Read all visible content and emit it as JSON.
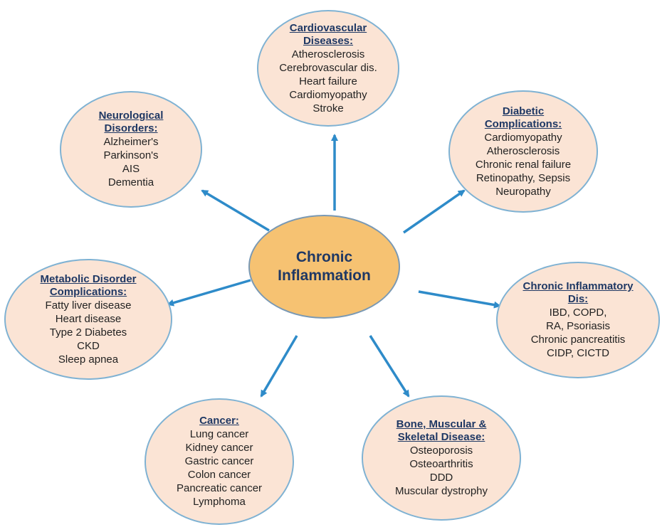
{
  "colors": {
    "arrow": "#2e8bc9",
    "node_fill": "#fbe4d5",
    "node_border": "#7fb2d3",
    "center_fill": "#f6c272",
    "title_text": "#1f3864"
  },
  "center": {
    "label": "Chronic Inflammation"
  },
  "nodes": [
    {
      "id": "cardiovascular",
      "title": "Cardiovascular Diseases:",
      "items": [
        "Atherosclerosis",
        "Cerebrovascular dis.",
        "Heart failure",
        "Cardiomyopathy",
        "Stroke"
      ]
    },
    {
      "id": "diabetic",
      "title": "Diabetic Complications:",
      "items": [
        "Cardiomyopathy",
        "Atherosclerosis",
        "Chronic renal failure",
        "Retinopathy, Sepsis",
        "Neuropathy"
      ]
    },
    {
      "id": "chronic-inflammatory",
      "title": "Chronic Inflammatory Dis:",
      "items": [
        "IBD, COPD,",
        "RA, Psoriasis",
        "Chronic pancreatitis",
        "CIDP, CICTD"
      ]
    },
    {
      "id": "bone-muscular",
      "title": "Bone, Muscular & Skeletal Disease:",
      "items": [
        "Osteoporosis",
        "Osteoarthritis",
        "DDD",
        "Muscular dystrophy"
      ]
    },
    {
      "id": "cancer",
      "title": "Cancer:",
      "items": [
        "Lung cancer",
        "Kidney cancer",
        "Gastric cancer",
        "Colon cancer",
        "Pancreatic cancer",
        "Lymphoma"
      ]
    },
    {
      "id": "metabolic",
      "title": "Metabolic Disorder Complications:",
      "items": [
        "Fatty liver disease",
        "Heart disease",
        "Type 2 Diabetes",
        "CKD",
        "Sleep apnea"
      ]
    },
    {
      "id": "neurological",
      "title": "Neurological Disorders:",
      "items": [
        "Alzheimer's",
        "Parkinson's",
        "AIS",
        "Dementia"
      ]
    }
  ]
}
